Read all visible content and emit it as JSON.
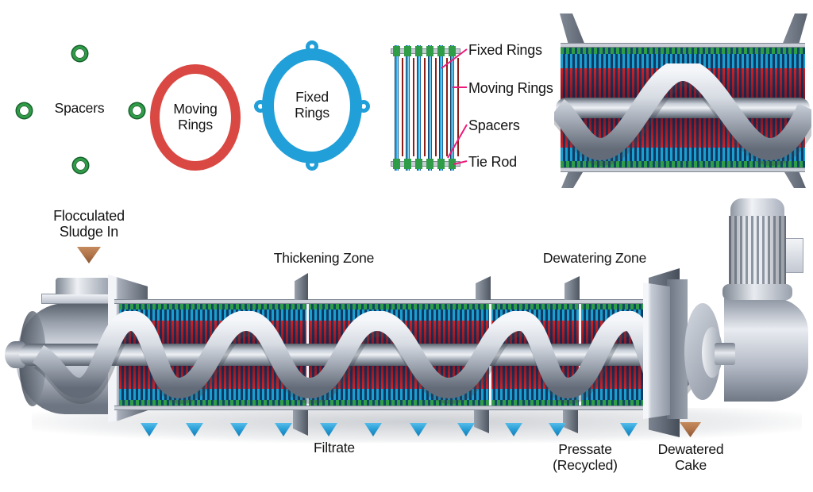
{
  "legend": {
    "spacers": "Spacers",
    "moving_rings": "Moving Rings",
    "fixed_rings": "Fixed Rings"
  },
  "stack_assembly": {
    "fixed_rings": "Fixed Rings",
    "moving_rings": "Moving Rings",
    "spacers": "Spacers",
    "tie_rod": "Tie Rod"
  },
  "press": {
    "sludge_in": "Flocculated Sludge In",
    "thickening_zone": "Thickening Zone",
    "dewatering_zone": "Dewatering Zone",
    "filtrate": "Filtrate",
    "pressate": "Pressate (Recycled)",
    "dewatered_cake": "Dewatered Cake"
  },
  "icons": {
    "spacer_dot": "small green ring",
    "filtrate_arrow": "blue down triangle",
    "sludge_arrow": "brown down triangle",
    "cake_arrow": "brown down triangle"
  },
  "colors": {
    "moving_ring_red": "#d94843",
    "fixed_ring_blue": "#219fd8",
    "spacer_green": "#2f9d47",
    "leader_pink": "#ec1a7a",
    "filtrate_blue": "#2aa0d8",
    "sludge_brown": "#b0744a",
    "stripe_red": "#cf2127",
    "stripe_teal": "#1b9fd1",
    "metal_gray": "#aeb5c2"
  }
}
